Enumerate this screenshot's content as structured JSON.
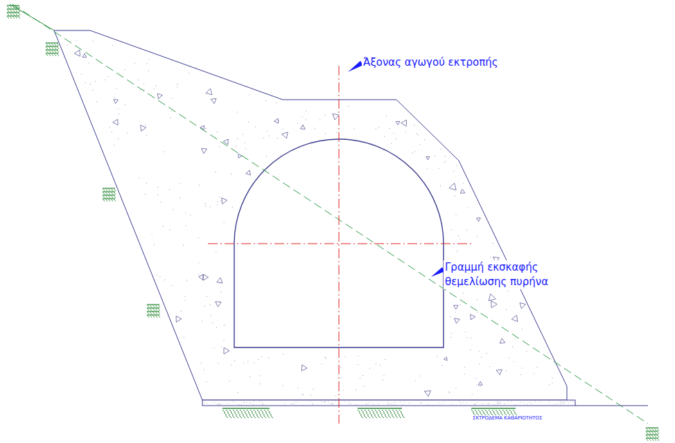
{
  "diagram": {
    "labels": [
      "Άξονας αγωγού εκτροπής",
      "Γραμμή εκσκαφής θεμελίωσης πυρήνα",
      "ΣΚΤΡΟΔΕΜΑ ΚΑΘΑΡΙΟΤΗΤΟΣ"
    ]
  }
}
